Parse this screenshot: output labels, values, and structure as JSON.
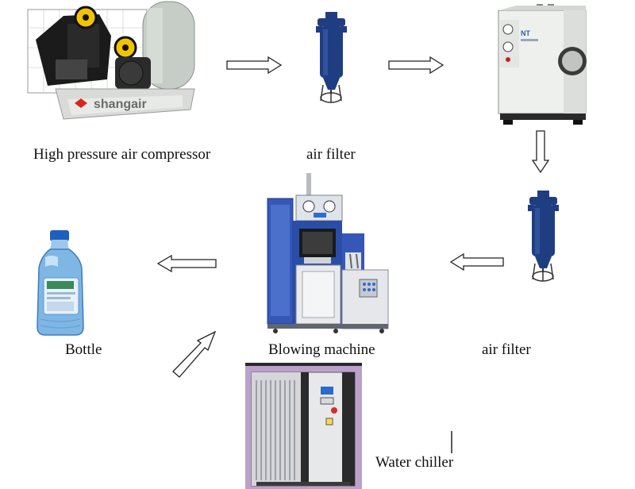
{
  "labels": {
    "compressor": "High pressure air compressor",
    "filter_top": "air filter",
    "filter_right": "air filter",
    "blowing": "Blowing machine",
    "bottle": "Bottle",
    "chiller": "Water chiller"
  },
  "logos": {
    "compressor_brand": "shangair",
    "dryer_brand": "NT"
  },
  "colors": {
    "compressor_black": "#1b1b1b",
    "compressor_yellow": "#f2c400",
    "filter_blue": "#1f3e82",
    "dryer_body": "#eef0ee",
    "blowing_blue": "#3558b8",
    "chiller_background": "#bba0cc",
    "bottle_blue": "#7eb6e4"
  },
  "icons": [
    "arrow-right",
    "arrow-down",
    "arrow-left",
    "arrow-diagonal-up-right"
  ]
}
